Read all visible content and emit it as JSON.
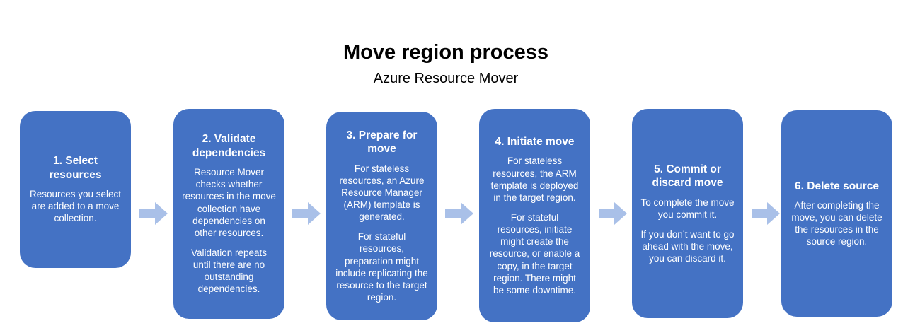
{
  "header": {
    "title": "Move region process",
    "subtitle": "Azure Resource Mover"
  },
  "colors": {
    "box": "#4472C4",
    "arrow": "#A9C0E8",
    "text": "#FFFFFF"
  },
  "steps": [
    {
      "heading": "1. Select resources",
      "paragraphs": [
        "Resources you select are added to a move collection."
      ]
    },
    {
      "heading": "2. Validate dependencies",
      "paragraphs": [
        "Resource Mover checks whether resources in the move collection have dependencies on other resources.",
        "Validation repeats until there are no outstanding dependencies."
      ]
    },
    {
      "heading": "3. Prepare for move",
      "paragraphs": [
        "For stateless resources, an Azure Resource Manager (ARM) template is generated.",
        "For stateful resources, preparation might include replicating the resource to the target region."
      ]
    },
    {
      "heading": "4. Initiate move",
      "paragraphs": [
        "For stateless resources, the ARM template is deployed in the target region.",
        "For stateful resources, initiate might create the resource, or enable a copy, in the target region. There might be some downtime."
      ]
    },
    {
      "heading": "5. Commit or discard move",
      "paragraphs": [
        "To complete the move you commit it.",
        "If you don’t want to go ahead with the move, you can discard it."
      ]
    },
    {
      "heading": "6. Delete source",
      "paragraphs": [
        "After completing the move, you can delete the resources in the source region."
      ]
    }
  ]
}
